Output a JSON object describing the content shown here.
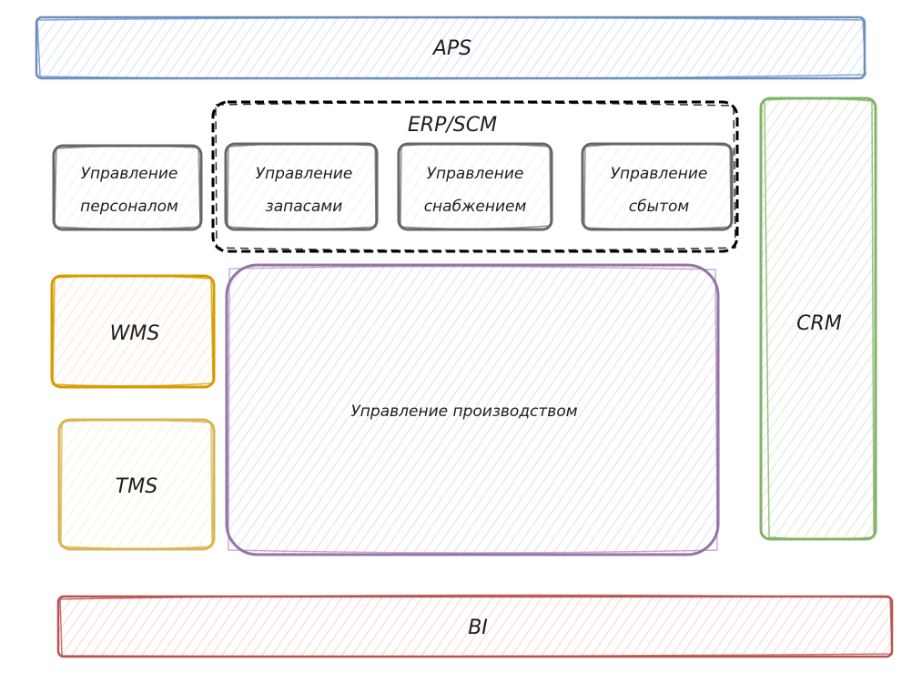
{
  "diagram": {
    "type": "block-architecture",
    "colors": {
      "aps_stroke": "#6c8ebf",
      "aps_fill": "#dae8fc",
      "erp_stroke": "#000000",
      "module_stroke": "#666666",
      "module_fill": "#f5f5f5",
      "wms_stroke": "#d79b00",
      "wms_fill": "#ffe6cc",
      "tms_stroke": "#d6b656",
      "tms_fill": "#fff2cc",
      "production_stroke": "#9673a6",
      "production_fill": "#e1d5e7",
      "crm_stroke": "#82b366",
      "crm_fill": "#d5e8d4",
      "bi_stroke": "#b85450",
      "bi_fill": "#f8cecc"
    },
    "blocks": {
      "aps": {
        "label": "APS"
      },
      "erp_scm": {
        "label": "ERP/SCM",
        "style": "dashed-group"
      },
      "hr": {
        "line1": "Управление",
        "line2": "персоналом"
      },
      "inventory": {
        "line1": "Управление",
        "line2": "запасами"
      },
      "procurement": {
        "line1": "Управление",
        "line2": "снабжением"
      },
      "sales": {
        "line1": "Управление",
        "line2": "сбытом"
      },
      "wms": {
        "label": "WMS"
      },
      "tms": {
        "label": "TMS"
      },
      "production": {
        "label": "Управление производством"
      },
      "crm": {
        "label": "CRM"
      },
      "bi": {
        "label": "BI"
      }
    }
  }
}
